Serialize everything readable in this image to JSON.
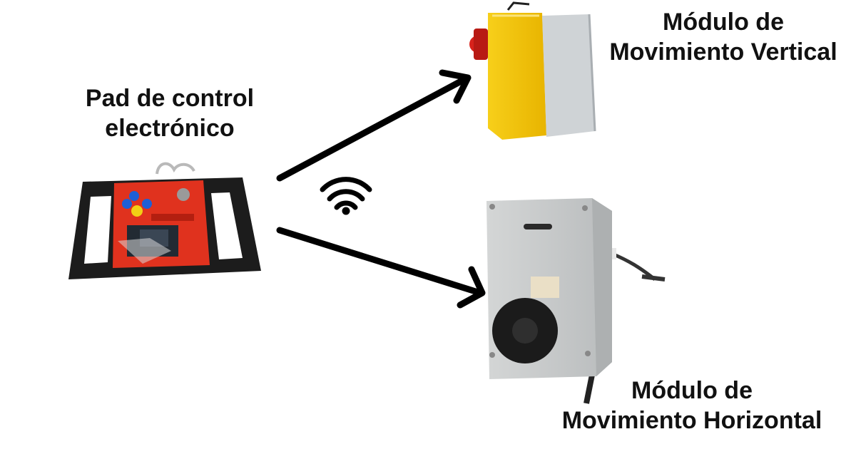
{
  "diagram": {
    "nodes": [
      {
        "id": "pad",
        "label_lines": [
          "Pad de control",
          "electrónico"
        ],
        "image": "control-pad-photo"
      },
      {
        "id": "vertical",
        "label_lines": [
          "Módulo de",
          "Movimiento Vertical"
        ],
        "image": "vertical-module-photo"
      },
      {
        "id": "horizontal",
        "label_lines": [
          "Módulo de",
          "Movimiento Horizontal"
        ],
        "image": "horizontal-module-photo"
      }
    ],
    "edges": [
      {
        "from": "pad",
        "to": "vertical"
      },
      {
        "from": "pad",
        "to": "horizontal"
      }
    ],
    "link_icon": "wifi-icon"
  },
  "colors": {
    "text": "#111111",
    "arrow": "#000000",
    "pad_frame": "#1c1c1c",
    "pad_board": "#e0321e",
    "vertical_housing": "#f5c400",
    "vertical_box": "#cfd3d6",
    "horizontal_case": "#c9cbcb"
  }
}
